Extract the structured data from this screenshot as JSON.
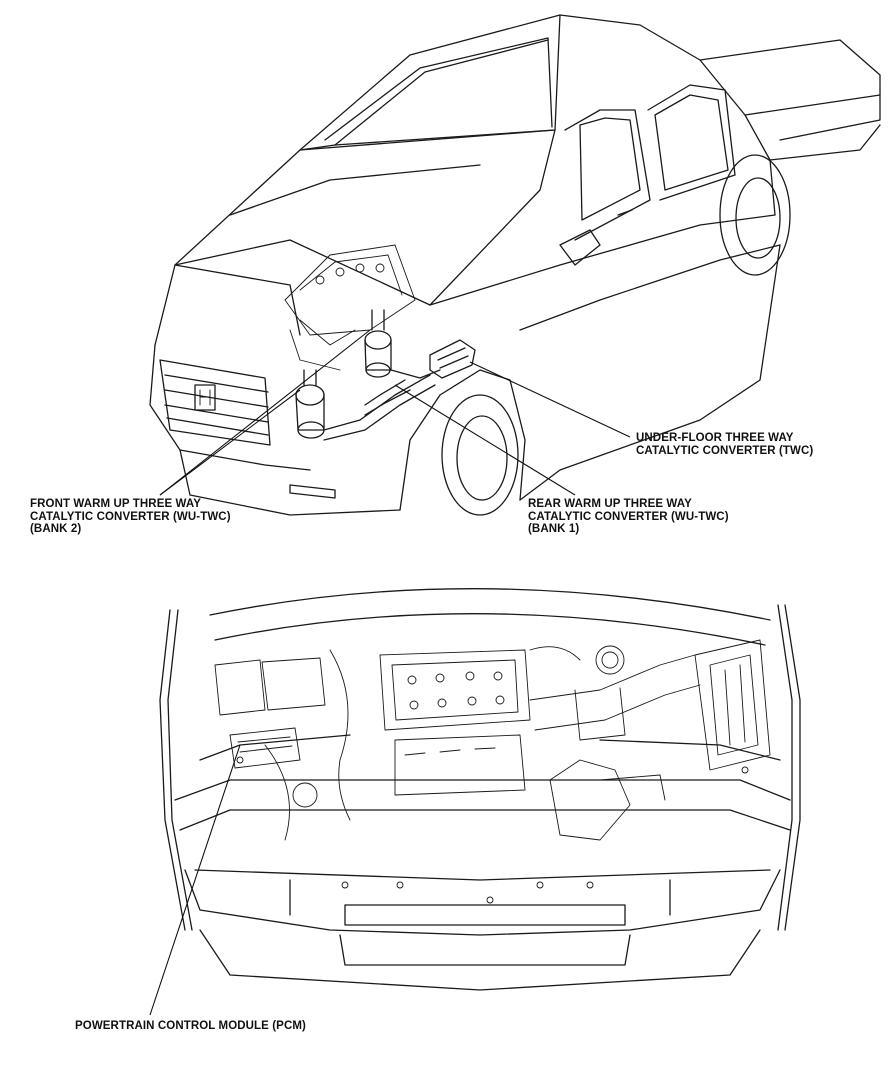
{
  "callouts": {
    "underfloor_twc": {
      "line1": "UNDER-FLOOR THREE WAY",
      "line2": "CATALYTIC CONVERTER (TWC)"
    },
    "front_wu_twc": {
      "line1": "FRONT WARM UP THREE WAY",
      "line2": "CATALYTIC CONVERTER (WU-TWC)",
      "line3": "(BANK 2)"
    },
    "rear_wu_twc": {
      "line1": "REAR WARM UP THREE WAY",
      "line2": "CATALYTIC CONVERTER (WU-TWC)",
      "line3": "(BANK 1)"
    },
    "pcm": {
      "line1": "POWERTRAIN CONTROL MODULE (PCM)"
    }
  }
}
